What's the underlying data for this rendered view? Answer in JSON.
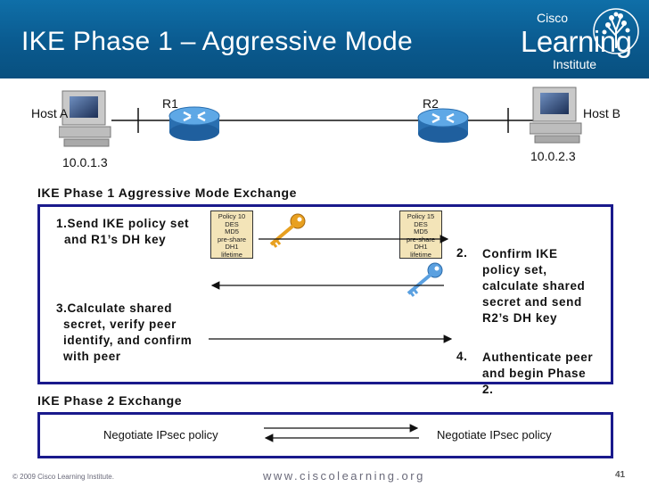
{
  "slide": {
    "title": "IKE Phase 1 – Aggressive Mode",
    "logo": {
      "line1": "Cisco",
      "line2": "Learning",
      "line3": "Institute"
    }
  },
  "topology": {
    "host_a": {
      "label": "Host A",
      "ip": "10.0.1.3"
    },
    "host_b": {
      "label": "Host B",
      "ip": "10.0.2.3"
    },
    "r1": {
      "label": "R1"
    },
    "r2": {
      "label": "R2"
    }
  },
  "phase1": {
    "title": "IKE Phase 1 Aggressive Mode Exchange",
    "step1": {
      "line1": "1.Send IKE policy set",
      "line2": "and R1’s DH key"
    },
    "step2": {
      "num": "2.",
      "lines": [
        "Confirm IKE",
        "policy set,",
        "calculate shared",
        "secret and send",
        "R2’s DH key"
      ]
    },
    "step3": {
      "line1": "3.Calculate shared",
      "line2": "secret, verify peer",
      "line3": "identify, and confirm",
      "line4": "with peer"
    },
    "step4": {
      "num": "4.",
      "lines": [
        "Authenticate peer",
        "and begin Phase",
        "2."
      ]
    },
    "policy_r1": [
      "Policy 10",
      "DES",
      "MD5",
      "pre-share",
      "DH1",
      "lifetime"
    ],
    "policy_r2": [
      "Policy 15",
      "DES",
      "MD5",
      "pre-share",
      "DH1",
      "lifetime"
    ]
  },
  "phase2": {
    "title": "IKE Phase 2 Exchange",
    "left": "Negotiate IPsec policy",
    "right": "Negotiate IPsec policy"
  },
  "footer": {
    "copyright": "© 2009 Cisco Learning Institute.",
    "url": "www.ciscolearning.org",
    "page": "41"
  },
  "colors": {
    "header": "#0a5a8f",
    "box_border": "#1a1a8c",
    "key_gold": "#e8a020",
    "key_blue": "#5aa0e0",
    "router": "#3a8fd0"
  }
}
